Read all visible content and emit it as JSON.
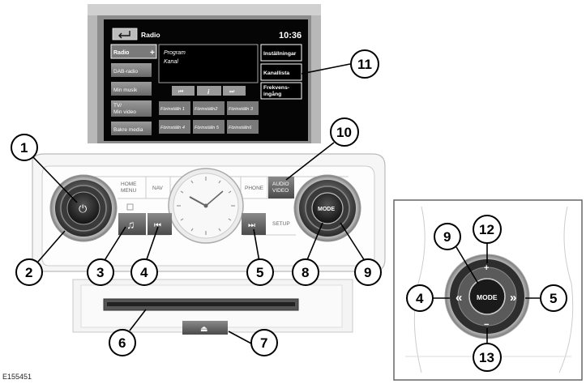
{
  "figure_ref": "E155451",
  "screen": {
    "title": "Radio",
    "clock": "10:36",
    "menu": [
      "Radio",
      "DAB-radio",
      "Min musik",
      "TV/",
      "Min video",
      "Bakre media"
    ],
    "menu_plus": "+",
    "program": "Program",
    "kanal": "Kanal",
    "right_buttons": [
      "Inställningar",
      "Kanallista",
      "Frekvens-",
      "ingång"
    ],
    "transport": [
      "⏮",
      "i",
      "⏭"
    ],
    "presets": [
      "Förinställn 1",
      "Förinställn2",
      "Förinställn 3",
      "Förinställn 4",
      "Förinställn 5",
      "Förinställn6"
    ]
  },
  "panel": {
    "home_menu": [
      "HOME",
      "MENU"
    ],
    "nav": "NAV",
    "phone": "PHONE",
    "audio_video": [
      "AUDIO",
      "VIDEO"
    ],
    "setup": "SETUP",
    "mode": "MODE",
    "prev": "⏮",
    "next": "⏭",
    "music": "♫",
    "power": "⏻",
    "eject": "⏏"
  },
  "detail": {
    "mode": "MODE",
    "plus": "+",
    "minus": "−",
    "left": "«",
    "right": "»"
  },
  "callouts": [
    "1",
    "2",
    "3",
    "4",
    "5",
    "6",
    "7",
    "8",
    "9",
    "10",
    "11",
    "4",
    "5",
    "9",
    "12",
    "13"
  ]
}
